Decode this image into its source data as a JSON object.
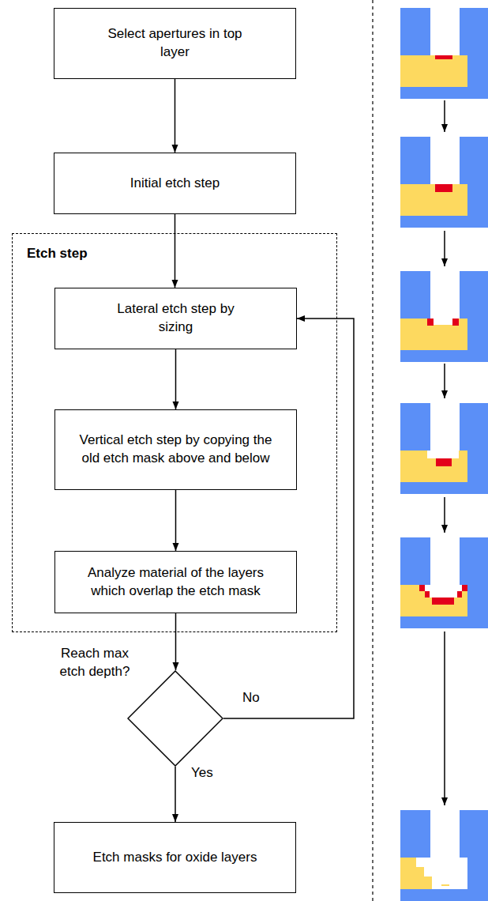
{
  "diagram": {
    "nodes": [
      {
        "text": [
          "Select apertures in top layer"
        ]
      },
      {
        "text": [
          "Initial etch step"
        ]
      },
      {
        "text": [
          "Etch step"
        ]
      },
      {
        "text": [
          "Lateral etch step by sizing"
        ],
        "in": 2
      },
      {
        "text": [
          "Vertical etch step by copying the old etch mask above and below"
        ],
        "in": 2
      },
      {
        "text": [
          "Analyze material of the layers which overlap the etch mask"
        ],
        "in": 2
      },
      {
        "text": [
          "Reach max etch depth?"
        ]
      },
      {
        "text": [
          "Etch masks for oxide layers"
        ]
      }
    ],
    "edges": [
      {
        "from": 0,
        "to": 1,
        "arrow": "to"
      },
      {
        "from": 1,
        "to": 3,
        "arrow": "to"
      },
      {
        "from": 3,
        "to": 4,
        "arrow": "to"
      },
      {
        "from": 4,
        "to": 5,
        "arrow": "to"
      },
      {
        "from": 5,
        "to": 6,
        "arrow": "to"
      },
      {
        "from": 6,
        "to": 7,
        "label": "Yes",
        "arrow": "to"
      },
      {
        "from": 6,
        "to": 3,
        "label": "No",
        "arrow": "to"
      }
    ]
  }
}
